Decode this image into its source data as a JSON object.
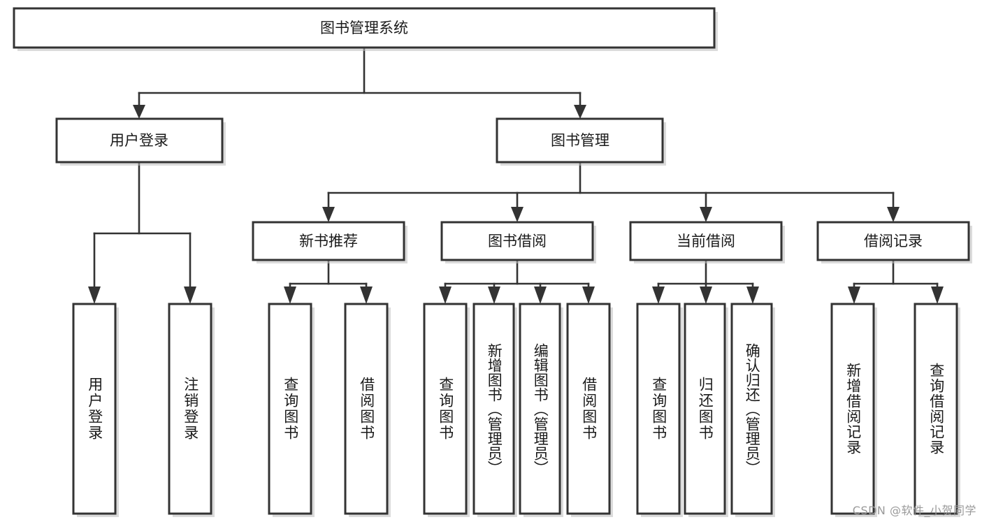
{
  "diagram": {
    "type": "tree",
    "title": "图书管理系统",
    "watermark": "CSDN @软件_小贺同学",
    "root": {
      "id": "root",
      "label": "图书管理系统"
    },
    "level2": [
      {
        "id": "user-login",
        "label": "用户登录"
      },
      {
        "id": "book-manage",
        "label": "图书管理"
      }
    ],
    "level3": [
      {
        "id": "new-book-rec",
        "label": "新书推荐",
        "parent": "book-manage"
      },
      {
        "id": "book-borrow",
        "label": "图书借阅",
        "parent": "book-manage"
      },
      {
        "id": "current-borrow",
        "label": "当前借阅",
        "parent": "book-manage"
      },
      {
        "id": "borrow-record",
        "label": "借阅记录",
        "parent": "book-manage"
      }
    ],
    "leaves": [
      {
        "id": "leaf-1",
        "label": "用户登录",
        "parent": "user-login"
      },
      {
        "id": "leaf-2",
        "label": "注销登录",
        "parent": "user-login"
      },
      {
        "id": "leaf-3",
        "label": "查询图书",
        "parent": "new-book-rec"
      },
      {
        "id": "leaf-4",
        "label": "借阅图书",
        "parent": "new-book-rec"
      },
      {
        "id": "leaf-5",
        "label": "查询图书",
        "parent": "book-borrow"
      },
      {
        "id": "leaf-6",
        "label": "新增图书（管理员）",
        "parent": "book-borrow"
      },
      {
        "id": "leaf-7",
        "label": "编辑图书（管理员）",
        "parent": "book-borrow"
      },
      {
        "id": "leaf-8",
        "label": "借阅图书",
        "parent": "book-borrow"
      },
      {
        "id": "leaf-9",
        "label": "查询图书",
        "parent": "current-borrow"
      },
      {
        "id": "leaf-10",
        "label": "归还图书",
        "parent": "current-borrow"
      },
      {
        "id": "leaf-11",
        "label": "确认归还（管理员）",
        "parent": "current-borrow"
      },
      {
        "id": "leaf-12",
        "label": "新增借阅记录",
        "parent": "borrow-record"
      },
      {
        "id": "leaf-13",
        "label": "查询借阅记录",
        "parent": "borrow-record"
      }
    ],
    "colors": {
      "box_fill": "#ffffff",
      "box_stroke": "#333333",
      "text": "#1a1a1a",
      "connector": "#333333",
      "watermark": "#9a9a9a",
      "background": "#ffffff"
    }
  }
}
